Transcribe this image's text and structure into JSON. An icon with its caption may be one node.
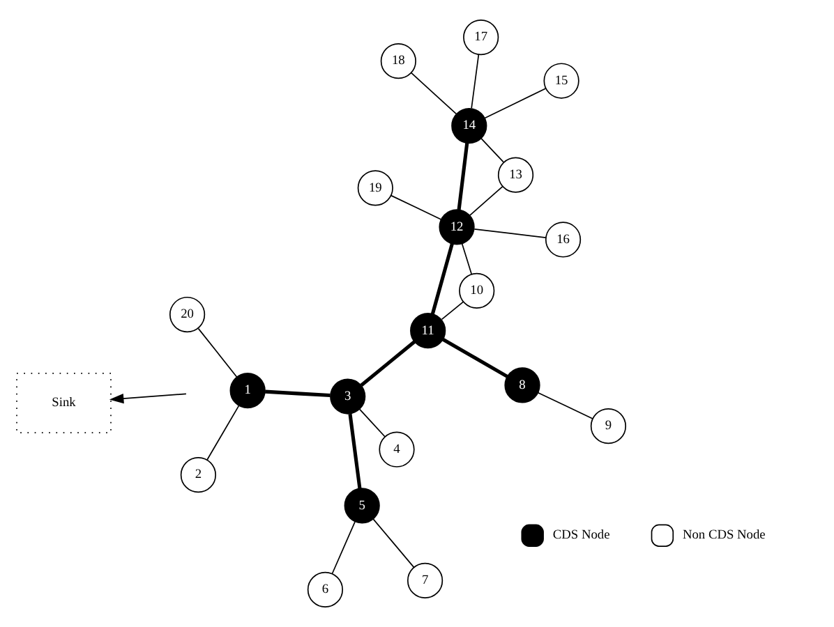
{
  "diagram": {
    "nodes": [
      {
        "text": [
          "Sink"
        ]
      },
      {
        "text": [
          "1"
        ]
      },
      {
        "text": [
          "2"
        ]
      },
      {
        "text": [
          "3"
        ]
      },
      {
        "text": [
          "4"
        ]
      },
      {
        "text": [
          "5"
        ]
      },
      {
        "text": [
          "6"
        ]
      },
      {
        "text": [
          "7"
        ]
      },
      {
        "text": [
          "8"
        ]
      },
      {
        "text": [
          "9"
        ]
      },
      {
        "text": [
          "10"
        ]
      },
      {
        "text": [
          "11"
        ]
      },
      {
        "text": [
          "12"
        ]
      },
      {
        "text": [
          "13"
        ]
      },
      {
        "text": [
          "14"
        ]
      },
      {
        "text": [
          "15"
        ]
      },
      {
        "text": [
          "16"
        ]
      },
      {
        "text": [
          "17"
        ]
      },
      {
        "text": [
          "18"
        ]
      },
      {
        "text": [
          "19"
        ]
      },
      {
        "text": [
          "20"
        ]
      }
    ],
    "edges": [
      {
        "from": null,
        "to": 0,
        "arrow": "to"
      },
      {
        "from": 1,
        "to": 2,
        "arrow": "none"
      },
      {
        "from": 1,
        "to": 20,
        "arrow": "none"
      },
      {
        "from": 1,
        "to": 3,
        "arrow": "none",
        "style": "thick"
      },
      {
        "from": 3,
        "to": 4,
        "arrow": "none"
      },
      {
        "from": 3,
        "to": 5,
        "arrow": "none",
        "style": "thick"
      },
      {
        "from": 5,
        "to": 7,
        "arrow": "none"
      },
      {
        "from": 5,
        "to": 6,
        "arrow": "none"
      },
      {
        "from": 3,
        "to": 11,
        "arrow": "none",
        "style": "thick"
      },
      {
        "from": 11,
        "to": 10,
        "arrow": "none"
      },
      {
        "from": 11,
        "to": 8,
        "arrow": "none",
        "style": "thick"
      },
      {
        "from": 8,
        "to": 9,
        "arrow": "none"
      },
      {
        "from": 11,
        "to": 12,
        "arrow": "none",
        "style": "thick"
      },
      {
        "from": 12,
        "to": 10,
        "arrow": "none"
      },
      {
        "from": 12,
        "to": 16,
        "arrow": "none"
      },
      {
        "from": 12,
        "to": 13,
        "arrow": "none"
      },
      {
        "from": 12,
        "to": 19,
        "arrow": "none"
      },
      {
        "from": 12,
        "to": 14,
        "arrow": "none",
        "style": "thick"
      },
      {
        "from": 13,
        "to": 14,
        "arrow": "none"
      },
      {
        "from": 14,
        "to": 15,
        "arrow": "none"
      },
      {
        "from": 14,
        "to": 17,
        "arrow": "none"
      },
      {
        "from": 14,
        "to": 18,
        "arrow": "none"
      }
    ],
    "legend": [
      {
        "text": "CDS Node",
        "color": "#000000"
      },
      {
        "text": "Non CDS Node",
        "color": "#ffffff"
      }
    ]
  }
}
